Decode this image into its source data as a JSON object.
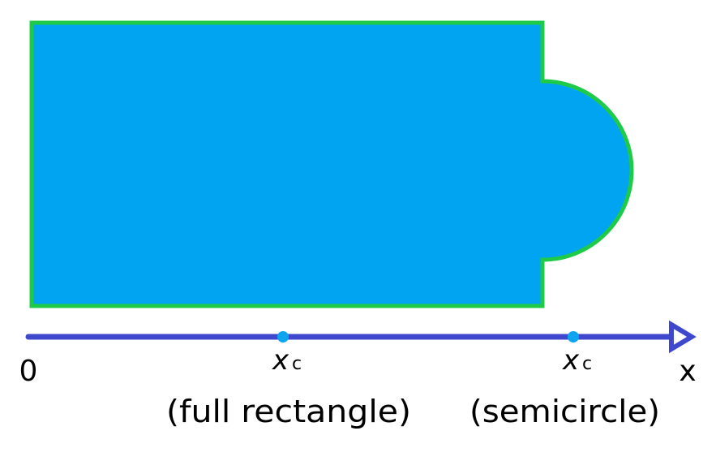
{
  "colors": {
    "shape_fill": "#00a4f0",
    "shape_outline": "#1ecb48",
    "axis": "#3f48cc",
    "centroid_marker": "#0ea5f0"
  },
  "labels": {
    "origin": "0",
    "axis_name": "x",
    "centroid_rect": {
      "symbol": "x",
      "subscript": "c",
      "caption": "(full rectangle)"
    },
    "centroid_semi": {
      "symbol": "x",
      "subscript": "c",
      "caption": "(semicircle)"
    }
  }
}
